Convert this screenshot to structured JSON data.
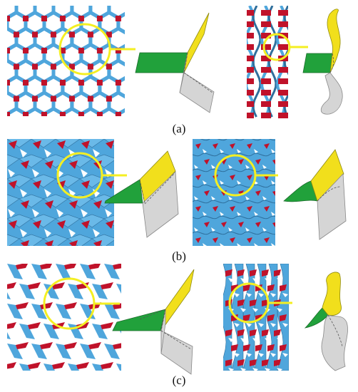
{
  "captions": {
    "a": "(a)",
    "b": "(b)",
    "c": "(c)"
  },
  "colors": {
    "red": "#c0122a",
    "blue": "#4fa6dc",
    "blue_dark": "#2f6f9c",
    "yellow": "#f1df1c",
    "green": "#21a13b",
    "gray": "#d5d5d5",
    "highlight": "#f4ef22"
  }
}
